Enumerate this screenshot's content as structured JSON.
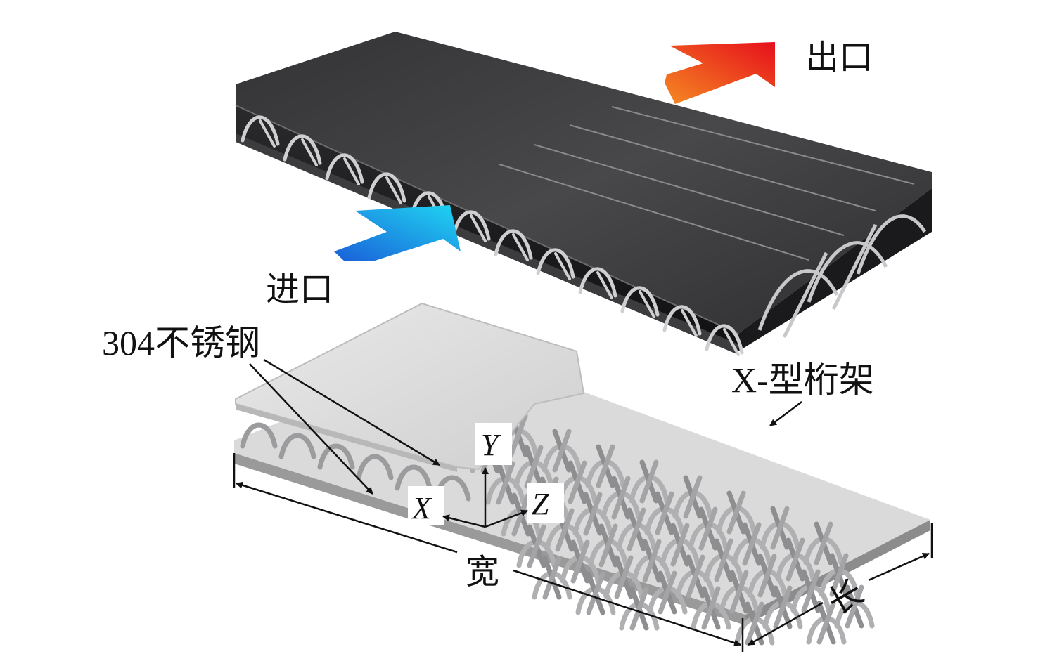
{
  "labels": {
    "outlet": "出口",
    "inlet": "进口",
    "material": "304不锈钢",
    "truss": "X-型桁架",
    "axis_y": "Y",
    "axis_x": "X",
    "axis_z": "Z",
    "width": "宽",
    "length": "长"
  },
  "colors": {
    "outlet_arrow_start": "#f07a1e",
    "outlet_arrow_end": "#e8141e",
    "inlet_arrow_start": "#1e64dc",
    "inlet_arrow_end": "#1ed2f0",
    "top_plate": "#3a3a3c",
    "truss_metal": "#b4b4b6"
  }
}
